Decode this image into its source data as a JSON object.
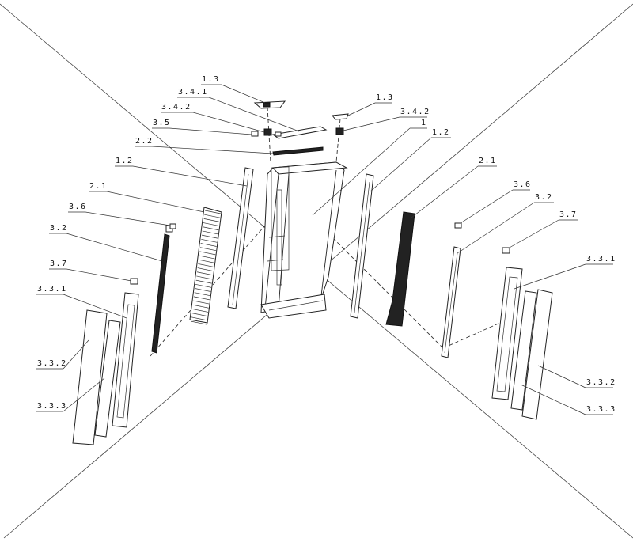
{
  "labels": {
    "l_1_3_a": "1.3",
    "l_3_4_1": "3.4.1",
    "l_3_4_2_a": "3.4.2",
    "l_3_5": "3.5",
    "l_2_2": "2.2",
    "l_1_2_a": "1.2",
    "l_2_1_a": "2.1",
    "l_3_6_a": "3.6",
    "l_3_2_a": "3.2",
    "l_3_7_a": "3.7",
    "l_3_3_1_a": "3.3.1",
    "l_3_3_2_a": "3.3.2",
    "l_3_3_3_a": "3.3.3",
    "l_1_3_b": "1.3",
    "l_3_4_2_b": "3.4.2",
    "l_1": "1",
    "l_1_2_b": "1.2",
    "l_2_1_b": "2.1",
    "l_3_6_b": "3.6",
    "l_3_2_b": "3.2",
    "l_3_7_b": "3.7",
    "l_3_3_1_b": "3.3.1",
    "l_3_3_2_b": "3.3.2",
    "l_3_3_3_b": "3.3.3"
  }
}
